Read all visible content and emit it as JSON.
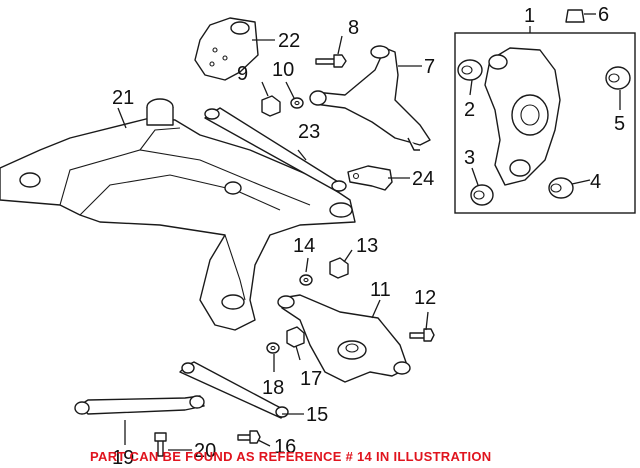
{
  "callouts": {
    "c1": "1",
    "c2": "2",
    "c3": "3",
    "c4": "4",
    "c5": "5",
    "c6": "6",
    "c7": "7",
    "c8": "8",
    "c9": "9",
    "c10": "10",
    "c11": "11",
    "c12": "12",
    "c13": "13",
    "c14": "14",
    "c15": "15",
    "c16": "16",
    "c17": "17",
    "c18": "18",
    "c19": "19",
    "c20": "20",
    "c21": "21",
    "c22": "22",
    "c23": "23",
    "c24": "24"
  },
  "footer_note": "PART CAN BE FOUND AS REFERENCE # 14 IN ILLUSTRATION",
  "colors": {
    "line": "#1a1a1a",
    "footer_text": "#e0141e",
    "background": "#ffffff"
  }
}
